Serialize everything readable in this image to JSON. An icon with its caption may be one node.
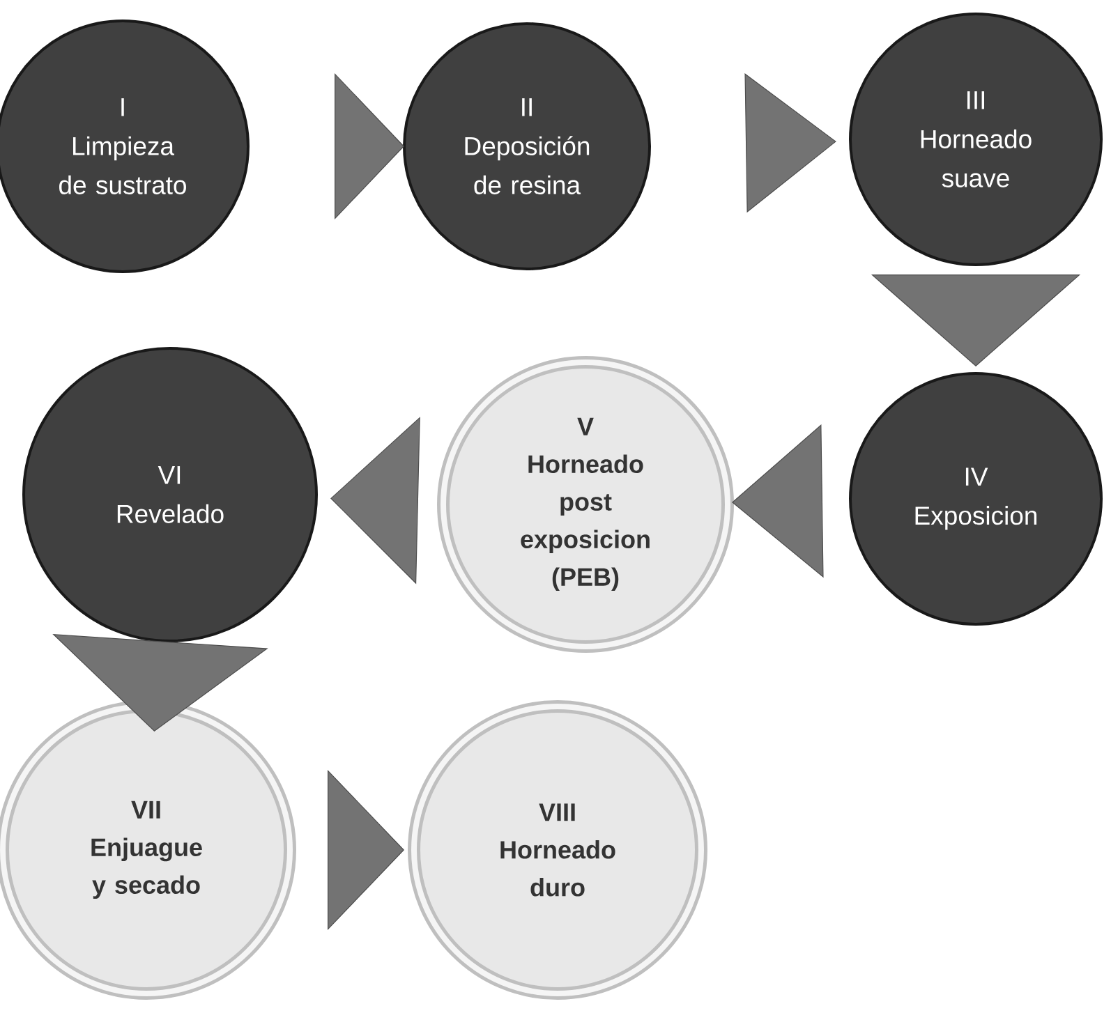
{
  "diagram": {
    "nodes": [
      {
        "text": [
          "I",
          "Limpieza de sustrato"
        ]
      },
      {
        "text": [
          "II",
          "Deposición de resina"
        ]
      },
      {
        "text": [
          "III",
          "Horneado suave"
        ]
      },
      {
        "text": [
          "IV",
          "Exposicion"
        ]
      },
      {
        "text": [
          "V",
          "Horneado post exposicion (PEB)"
        ]
      },
      {
        "text": [
          "VI",
          "Revelado"
        ]
      },
      {
        "text": [
          "VII",
          "Enjuague y secado"
        ]
      },
      {
        "text": [
          "VIII",
          "Horneado duro"
        ]
      }
    ],
    "edges": [
      {
        "from": 0,
        "to": 1,
        "arrow": "to"
      },
      {
        "from": 1,
        "to": 2,
        "arrow": "to"
      },
      {
        "from": 2,
        "to": 3,
        "arrow": "to"
      },
      {
        "from": 3,
        "to": 4,
        "arrow": "to"
      },
      {
        "from": 4,
        "to": 5,
        "arrow": "to"
      },
      {
        "from": 5,
        "to": 6,
        "arrow": "to"
      },
      {
        "from": 6,
        "to": 7,
        "arrow": "to"
      }
    ]
  }
}
